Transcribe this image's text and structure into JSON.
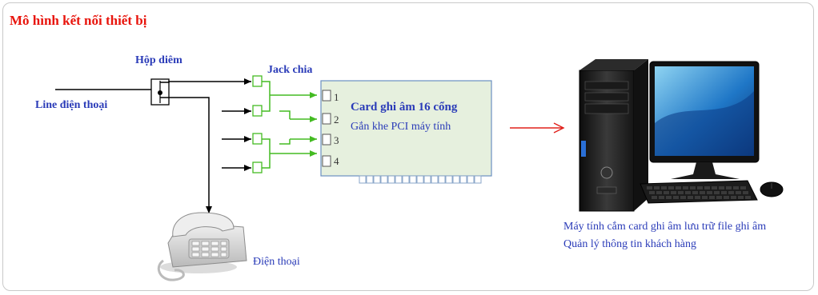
{
  "title": "Mô hình kết nối thiết bị",
  "labels": {
    "hop_diem": "Hộp diêm",
    "jack_chia": "Jack chia",
    "line_dien_thoai": "Line điện thoại",
    "card_title": "Card ghi âm 16 cổng",
    "card_subtitle": "Gắn khe PCI máy tính",
    "dien_thoai": "Điện thoại",
    "pc_caption_1": "Máy tính cắm card ghi âm lưu trữ file ghi âm",
    "pc_caption_2": "Quản lý thông tin khách hàng"
  },
  "ports": [
    "1",
    "2",
    "3",
    "4"
  ],
  "colors": {
    "title": "#e8140c",
    "label_blue": "#2a3bb8",
    "pc_caption": "#2a3bb8",
    "wire_green": "#44bb22",
    "card_fill": "#e6f0de",
    "card_border": "#6a8fc2",
    "arrow_red": "#e0201a"
  },
  "icons": {
    "phone": "desk-telephone-icon",
    "computer": "desktop-computer-icon"
  }
}
